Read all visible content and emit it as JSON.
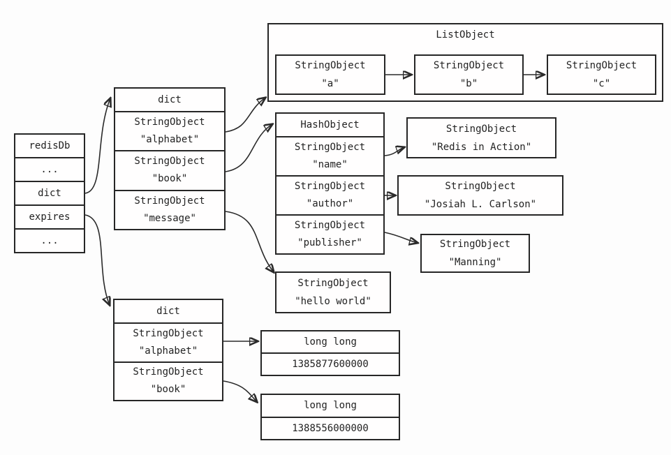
{
  "redis_db": {
    "rows": [
      "redisDb",
      "...",
      "dict",
      "expires",
      "..."
    ]
  },
  "key_dict": {
    "title": "dict",
    "entries": [
      [
        "StringObject",
        "\"alphabet\""
      ],
      [
        "StringObject",
        "\"book\""
      ],
      [
        "StringObject",
        "\"message\""
      ]
    ]
  },
  "list_object": {
    "title": "ListObject",
    "items": [
      [
        "StringObject",
        "\"a\""
      ],
      [
        "StringObject",
        "\"b\""
      ],
      [
        "StringObject",
        "\"c\""
      ]
    ]
  },
  "hash_object": {
    "title": "HashObject",
    "entries": [
      [
        "StringObject",
        "\"name\""
      ],
      [
        "StringObject",
        "\"author\""
      ],
      [
        "StringObject",
        "\"publisher\""
      ]
    ]
  },
  "string_values": {
    "name_value": [
      "StringObject",
      "\"Redis in Action\""
    ],
    "author_value": [
      "StringObject",
      "\"Josiah L. Carlson\""
    ],
    "publisher_value": [
      "StringObject",
      "\"Manning\""
    ],
    "message_value": [
      "StringObject",
      "\"hello world\""
    ]
  },
  "expires_dict": {
    "title": "dict",
    "entries": [
      [
        "StringObject",
        "\"alphabet\""
      ],
      [
        "StringObject",
        "\"book\""
      ]
    ]
  },
  "long_values": {
    "alphabet_expire": [
      "long long",
      "1385877600000"
    ],
    "book_expire": [
      "long long",
      "1388556000000"
    ]
  },
  "colors": {
    "line": "#2a2a2a",
    "background": "#fdfdfd",
    "text": "#222222"
  }
}
